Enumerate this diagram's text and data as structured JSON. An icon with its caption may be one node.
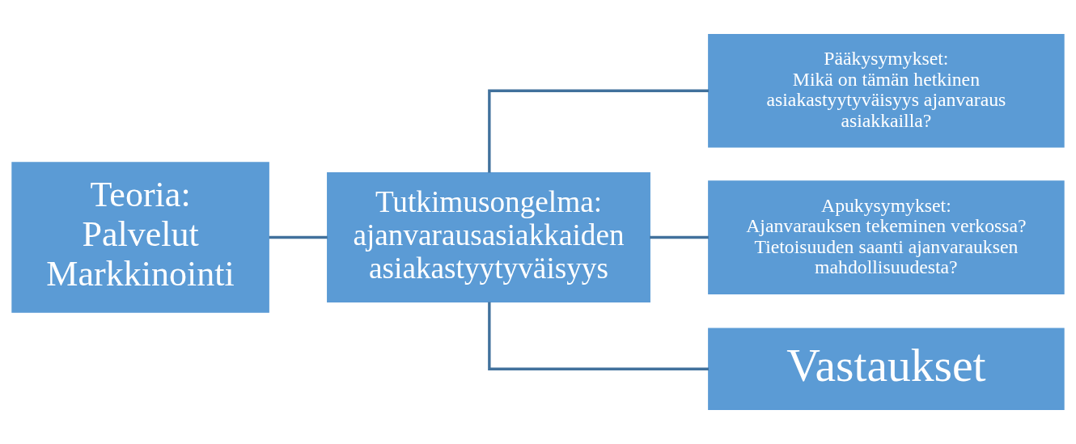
{
  "diagram": {
    "nodes": [
      {
        "text": [
          "Teoria:",
          "Palvelut",
          "Markkinointi"
        ]
      },
      {
        "text": [
          "Tutkimusongelma:",
          "ajanvarausasiakkaiden asiakastyytyväisyys"
        ]
      },
      {
        "text": [
          "Pääkysymykset:",
          "Mikä on tämän hetkinen asiakastyytyväisyys ajanvaraus asiakkailla?"
        ]
      },
      {
        "text": [
          "Apukysymykset:",
          "Ajanvarauksen tekeminen verkossa?",
          "Tietoisuuden saanti ajanvarauksen mahdollisuudesta?"
        ]
      },
      {
        "text": [
          "Vastaukset"
        ]
      }
    ],
    "edges": [
      {
        "from": 0,
        "to": 1,
        "arrow": "none"
      },
      {
        "from": 1,
        "to": 2,
        "arrow": "none"
      },
      {
        "from": 1,
        "to": 3,
        "arrow": "none"
      },
      {
        "from": 1,
        "to": 4,
        "arrow": "none"
      }
    ]
  }
}
